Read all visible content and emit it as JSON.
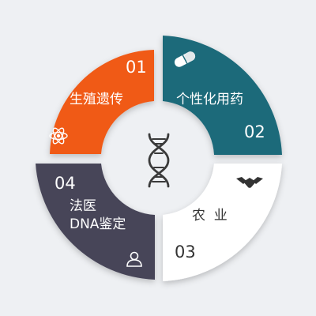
{
  "segments": [
    {
      "number": "01",
      "label": "生殖遗传",
      "icon": "atom-icon",
      "color": "#f05a16"
    },
    {
      "number": "02",
      "label": "个性化用药",
      "icon": "pill-icon",
      "color": "#1f6b7a"
    },
    {
      "number": "03",
      "label": "农  业",
      "icon": "handshake-icon",
      "color": "#ffffff"
    },
    {
      "number": "04",
      "label_lines": [
        "法医",
        "DNA鉴定"
      ],
      "icon": "user-icon",
      "color": "#474559"
    }
  ],
  "center": {
    "icon": "dna-icon"
  },
  "colors": {
    "background": "#eef0f3",
    "dark_text": "#333333",
    "light_text": "#ffffff"
  }
}
